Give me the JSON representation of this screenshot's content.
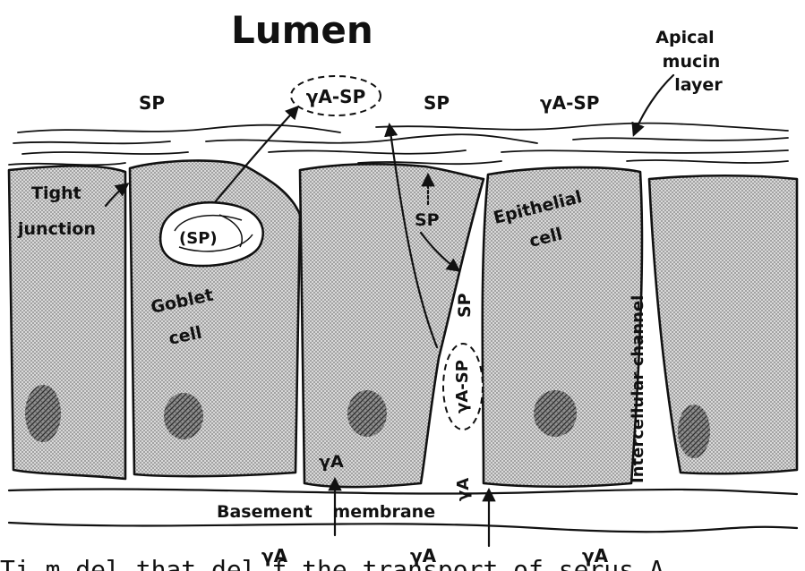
{
  "diagram": {
    "title": "Lumen",
    "labels": {
      "apical_mucin_layer": [
        "Apical",
        "mucin",
        "layer"
      ],
      "sp_lumen_left": "SP",
      "yasp_lumen_circled": "γA-SP",
      "sp_lumen_middle": "SP",
      "yasp_lumen_right": "γA-SP",
      "tight_junction": [
        "Tight",
        "junction"
      ],
      "sp_in_goblet": "(SP)",
      "goblet_cell": [
        "Goblet",
        "cell"
      ],
      "sp_upper_cell": "SP",
      "sp_vertical": "SP",
      "epithelial_cell": [
        "Epithelial",
        "cell"
      ],
      "intercellular_channel": "Intercellular channel",
      "yasp_intercellular": "γA-SP",
      "ya_cell": "γA",
      "ya_vertical": "γA",
      "basement_membrane": "Basement membrane",
      "ya_bottom": [
        "γA",
        "γA",
        "γA"
      ]
    },
    "caption_fragment": "Ti   m   del   that   del f  the transport of serus A"
  },
  "colors": {
    "ink": "#111111",
    "shade": "#b5b5b5",
    "background": "#ffffff"
  }
}
